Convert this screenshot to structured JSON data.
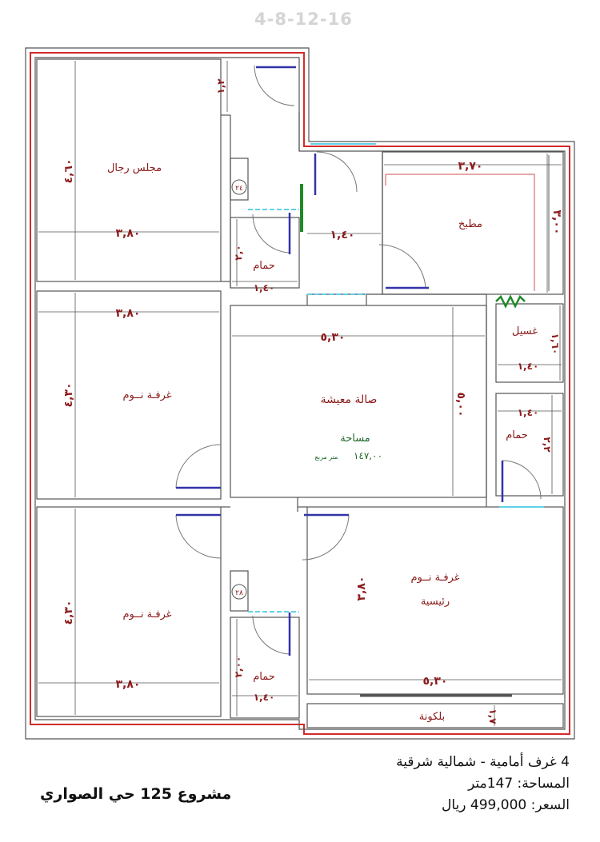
{
  "top_code": "4-8-12-16",
  "rooms": {
    "majlis": "مجلس رجال",
    "kitchen": "مطبخ",
    "laundry": "غسيل",
    "bedroom_1": "غرفـة نــوم",
    "bedroom_2": "غرفـة نــوم",
    "master_line1": "غرفـة نــوم",
    "master_line2": "رئيسية",
    "living": "صالة معيشة",
    "area_label": "مساحة",
    "area_value": "١٤٧,٠٠",
    "area_unit": "متر مربع",
    "bath_1": "حمام",
    "bath_2": "حمام",
    "bath_3": "حمام",
    "balcony": "بلكونة",
    "stair_1": "٢٤",
    "stair_2": "٢٨"
  },
  "dimensions": {
    "majlis_w": "٣,٨٠",
    "majlis_h": "٤,٦٠",
    "entry_h": "١,٢",
    "kitchen_w": "٣,٧٠",
    "kitchen_h": "٣,٠٠",
    "corridor_w": "١,٤٠",
    "bath1_w": "١,٤٠",
    "bath1_h": "٢,٠",
    "bed1_w": "٣,٨٠",
    "bed1_h": "٤,٣٠",
    "living_w": "٥,٣٠",
    "living_h": "٥,٠٠",
    "laundry_w": "١,٤٠",
    "laundry_h": "١,٦٠",
    "bath2_w": "١,٤٠",
    "bath2_h": "٢,٢",
    "bed2_w": "٣,٨٠",
    "bed2_h": "٤,٣٠",
    "bath3_w": "١,٤٠",
    "bath3_h": "٢,٠٠",
    "master_w": "٥,٣٠",
    "master_h": "٣,٨٠",
    "balcony_h": "١,٧"
  },
  "info": {
    "project": "مشروع 125 حي الصواري",
    "line1": "4 غرف أمامية - شمالية شرقية",
    "line2": "المساحة: 147متر",
    "line3": "السعر: 499,000 ريال"
  },
  "colors": {
    "outline_red": "#d42a2a",
    "wall": "#555555",
    "text": "#8b1a1a",
    "window": "#5fd3e6",
    "door_panel": "#3333aa"
  }
}
